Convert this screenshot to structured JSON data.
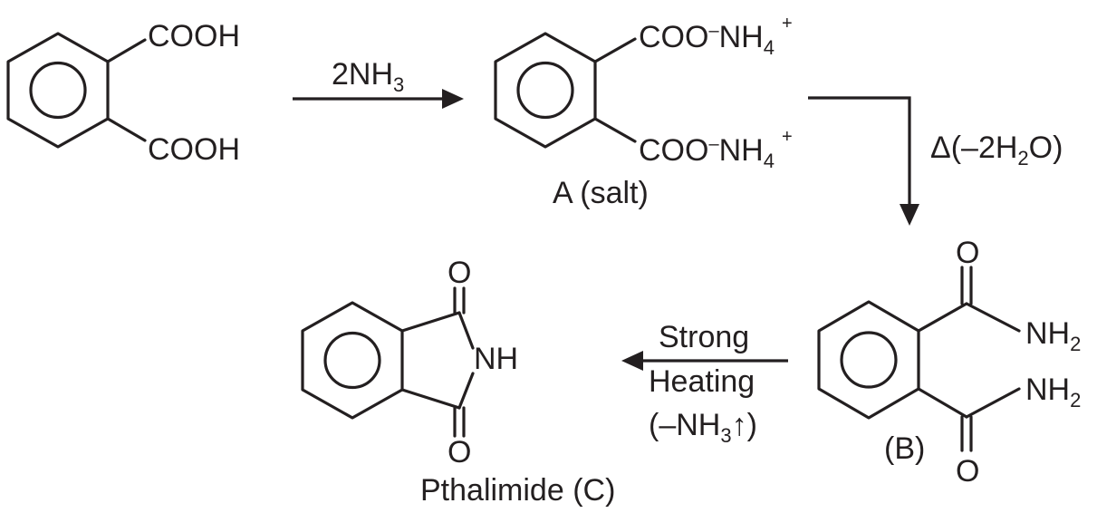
{
  "reactant": {
    "group_top": "COOH",
    "group_bottom": "COOH"
  },
  "step1": {
    "reagent_main": "2NH",
    "reagent_sub": "3"
  },
  "salt_a": {
    "group_main": "COO",
    "charge_minus": "–",
    "cation": "NH",
    "cation_sub": "4",
    "cation_sup": "+",
    "caption": "A (salt)"
  },
  "step2": {
    "delta": "Δ(–2H",
    "water_sub": "2",
    "tail": "O)"
  },
  "amide_b": {
    "oxygen": "O",
    "amine": "NH",
    "amine_sub": "2",
    "caption": "(B)"
  },
  "step3": {
    "line1": "Strong",
    "line2": "Heating",
    "line3_main": "(–NH",
    "line3_sub": "3",
    "line3_tail": "↑)"
  },
  "product_c": {
    "oxygen": "O",
    "imide": "NH",
    "caption": "Pthalimide (C)"
  }
}
